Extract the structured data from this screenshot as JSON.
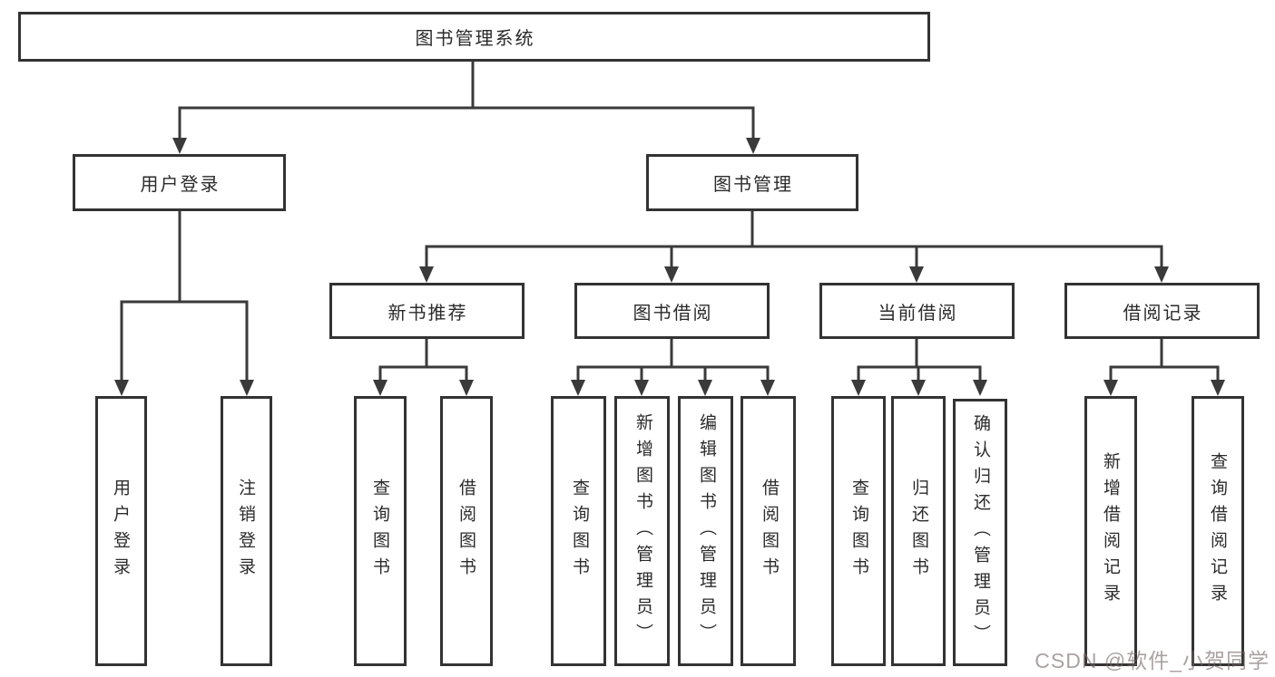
{
  "diagram": {
    "root": {
      "label": "图书管理系统"
    },
    "branches": [
      {
        "label": "用户登录",
        "children": [
          {
            "label": "用户登录"
          },
          {
            "label": "注销登录"
          }
        ]
      },
      {
        "label": "图书管理",
        "children": [
          {
            "label": "新书推荐",
            "children": [
              {
                "label": "查询图书"
              },
              {
                "label": "借阅图书"
              }
            ]
          },
          {
            "label": "图书借阅",
            "children": [
              {
                "label": "查询图书"
              },
              {
                "label": "新增图书（管理员）"
              },
              {
                "label": "编辑图书（管理员）"
              },
              {
                "label": "借阅图书"
              }
            ]
          },
          {
            "label": "当前借阅",
            "children": [
              {
                "label": "查询图书"
              },
              {
                "label": "归还图书"
              },
              {
                "label": "确认归还（管理员）"
              }
            ]
          },
          {
            "label": "借阅记录",
            "children": [
              {
                "label": "新增借阅记录"
              },
              {
                "label": "查询借阅记录"
              }
            ]
          }
        ]
      }
    ]
  },
  "watermark": {
    "text": "CSDN @软件_小贺同学"
  },
  "colors": {
    "background": "#ffffff",
    "line": "#3a3a3a",
    "box_border": "#333333",
    "text": "#2b2b2b",
    "watermark": "#b0a0a0"
  }
}
